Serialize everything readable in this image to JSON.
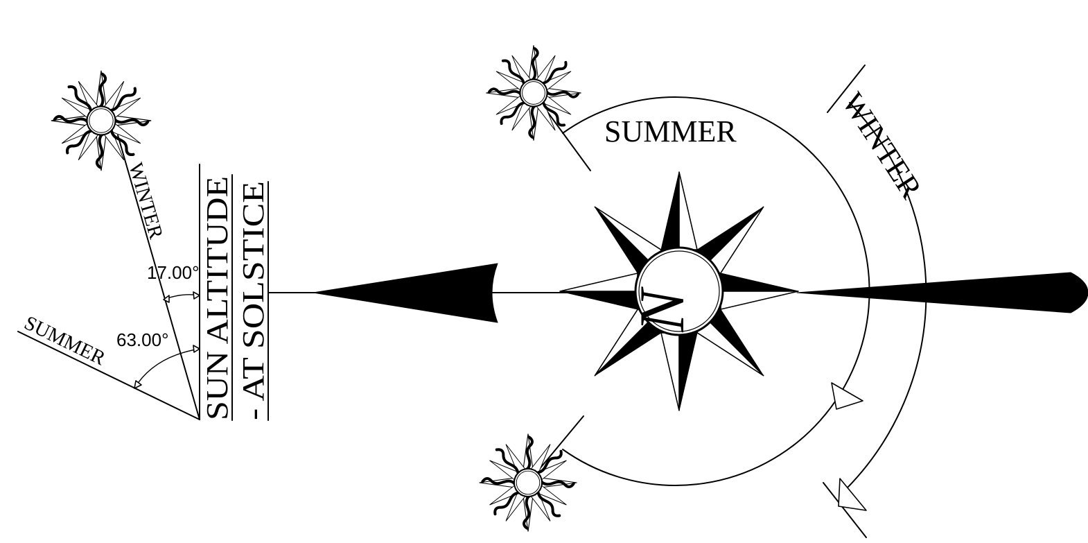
{
  "altitude_diagram": {
    "title_line1": "SUN ALTITUDE",
    "title_line2": "- AT SOLSTICE",
    "winter_label": "WINTER",
    "summer_label": "SUMMER",
    "winter_angle_label": "17.00°",
    "summer_angle_label": "63.00°",
    "winter_sun_icon": "sun-icon",
    "angle_arc_icon": "dimension-arc"
  },
  "compass_diagram": {
    "north_letter": "N",
    "summer_arc_label": "SUMMER",
    "winter_arc_label": "WINTER",
    "sun_icon": "sun-icon",
    "compass_icon": "compass-rose-icon",
    "north_arrow_icon": "north-arrow-icon"
  },
  "colors": {
    "ink": "#000000",
    "paper": "#ffffff"
  }
}
